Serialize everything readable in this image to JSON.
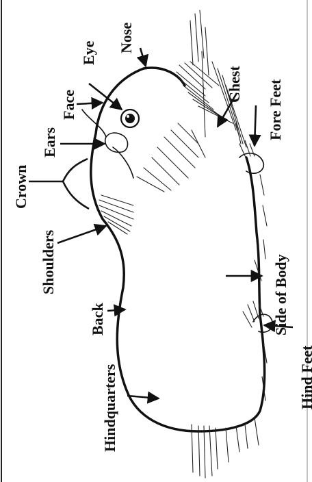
{
  "diagram": {
    "labels": {
      "nose": "Nose",
      "eye": "Eye",
      "face": "Face",
      "ears": "Ears",
      "chest": "Chest",
      "fore_feet": "Fore Feet",
      "crown": "Crown",
      "shoulders": "Shoulders",
      "side_of_body": "Side of Body",
      "back": "Back",
      "hind_feet": "Hind Feet",
      "hindquarters": "Hindquarters"
    }
  }
}
